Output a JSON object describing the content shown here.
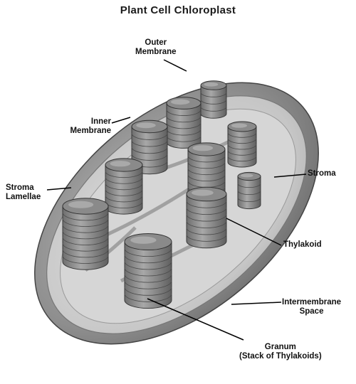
{
  "title": "Plant Cell Chloroplast",
  "labels": {
    "outer_membrane": [
      "Outer",
      "Membrane"
    ],
    "inner_membrane": [
      "Inner",
      "Membrane"
    ],
    "stroma_lamellae": [
      "Stroma",
      "Lamellae"
    ],
    "stroma": "Stroma",
    "thylakoid": "Thylakoid",
    "intermembrane_space": [
      "Intermembrane",
      "Space"
    ],
    "granum": [
      "Granum",
      "(Stack of Thylakoids)"
    ]
  },
  "colors": {
    "outer_fill": "#8a8a8a",
    "inner_fill": "#c7c7c7",
    "stroma_fill": "#d9d9d9",
    "granum_fill": "#9c9c9c",
    "granum_top": "#7d7d7d",
    "line": "#000000"
  }
}
